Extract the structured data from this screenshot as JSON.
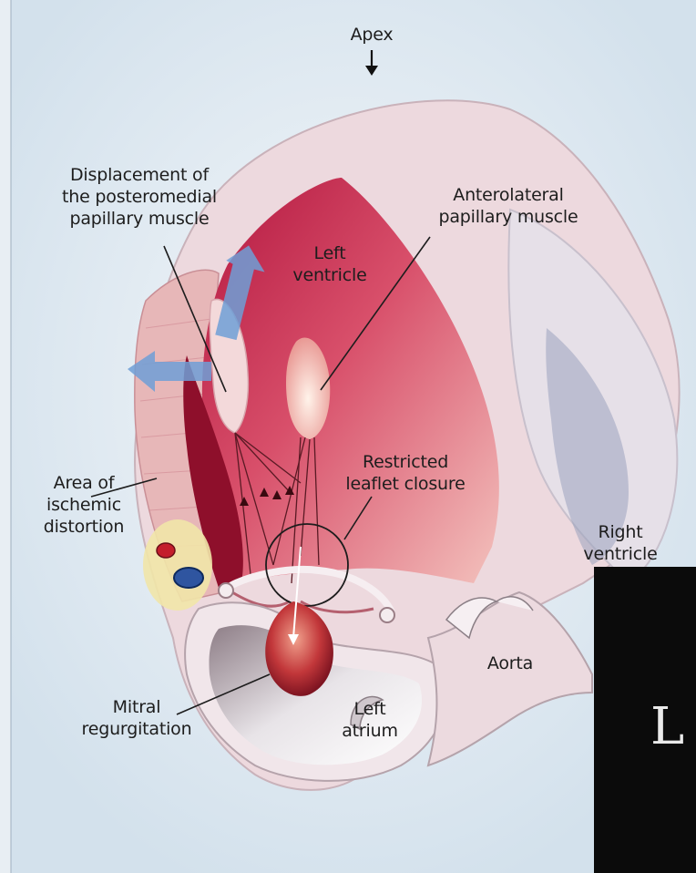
{
  "labels": {
    "apex": "Apex",
    "displacement": [
      "Displacement of",
      "the posteromedial",
      "papillary muscle"
    ],
    "anterolateral": [
      "Anterolateral",
      "papillary muscle"
    ],
    "left_ventricle": [
      "Left",
      "ventricle"
    ],
    "restricted": [
      "Restricted",
      "leaflet closure"
    ],
    "ischemic": [
      "Area of",
      "ischemic",
      "distortion"
    ],
    "right_ventricle": [
      "Right",
      "ventricle"
    ],
    "aorta": "Aorta",
    "mitral": [
      "Mitral",
      "regurgitation"
    ],
    "left_atrium": [
      "Left",
      "atrium"
    ]
  },
  "inset": {
    "letter": "L"
  },
  "colors": {
    "background": "#dfe9f1",
    "ventricle_wall": "#e9c7cc",
    "cavity": "#c2204a",
    "arrow": "#6f9fd6",
    "regurgitation": "#b8323c"
  }
}
